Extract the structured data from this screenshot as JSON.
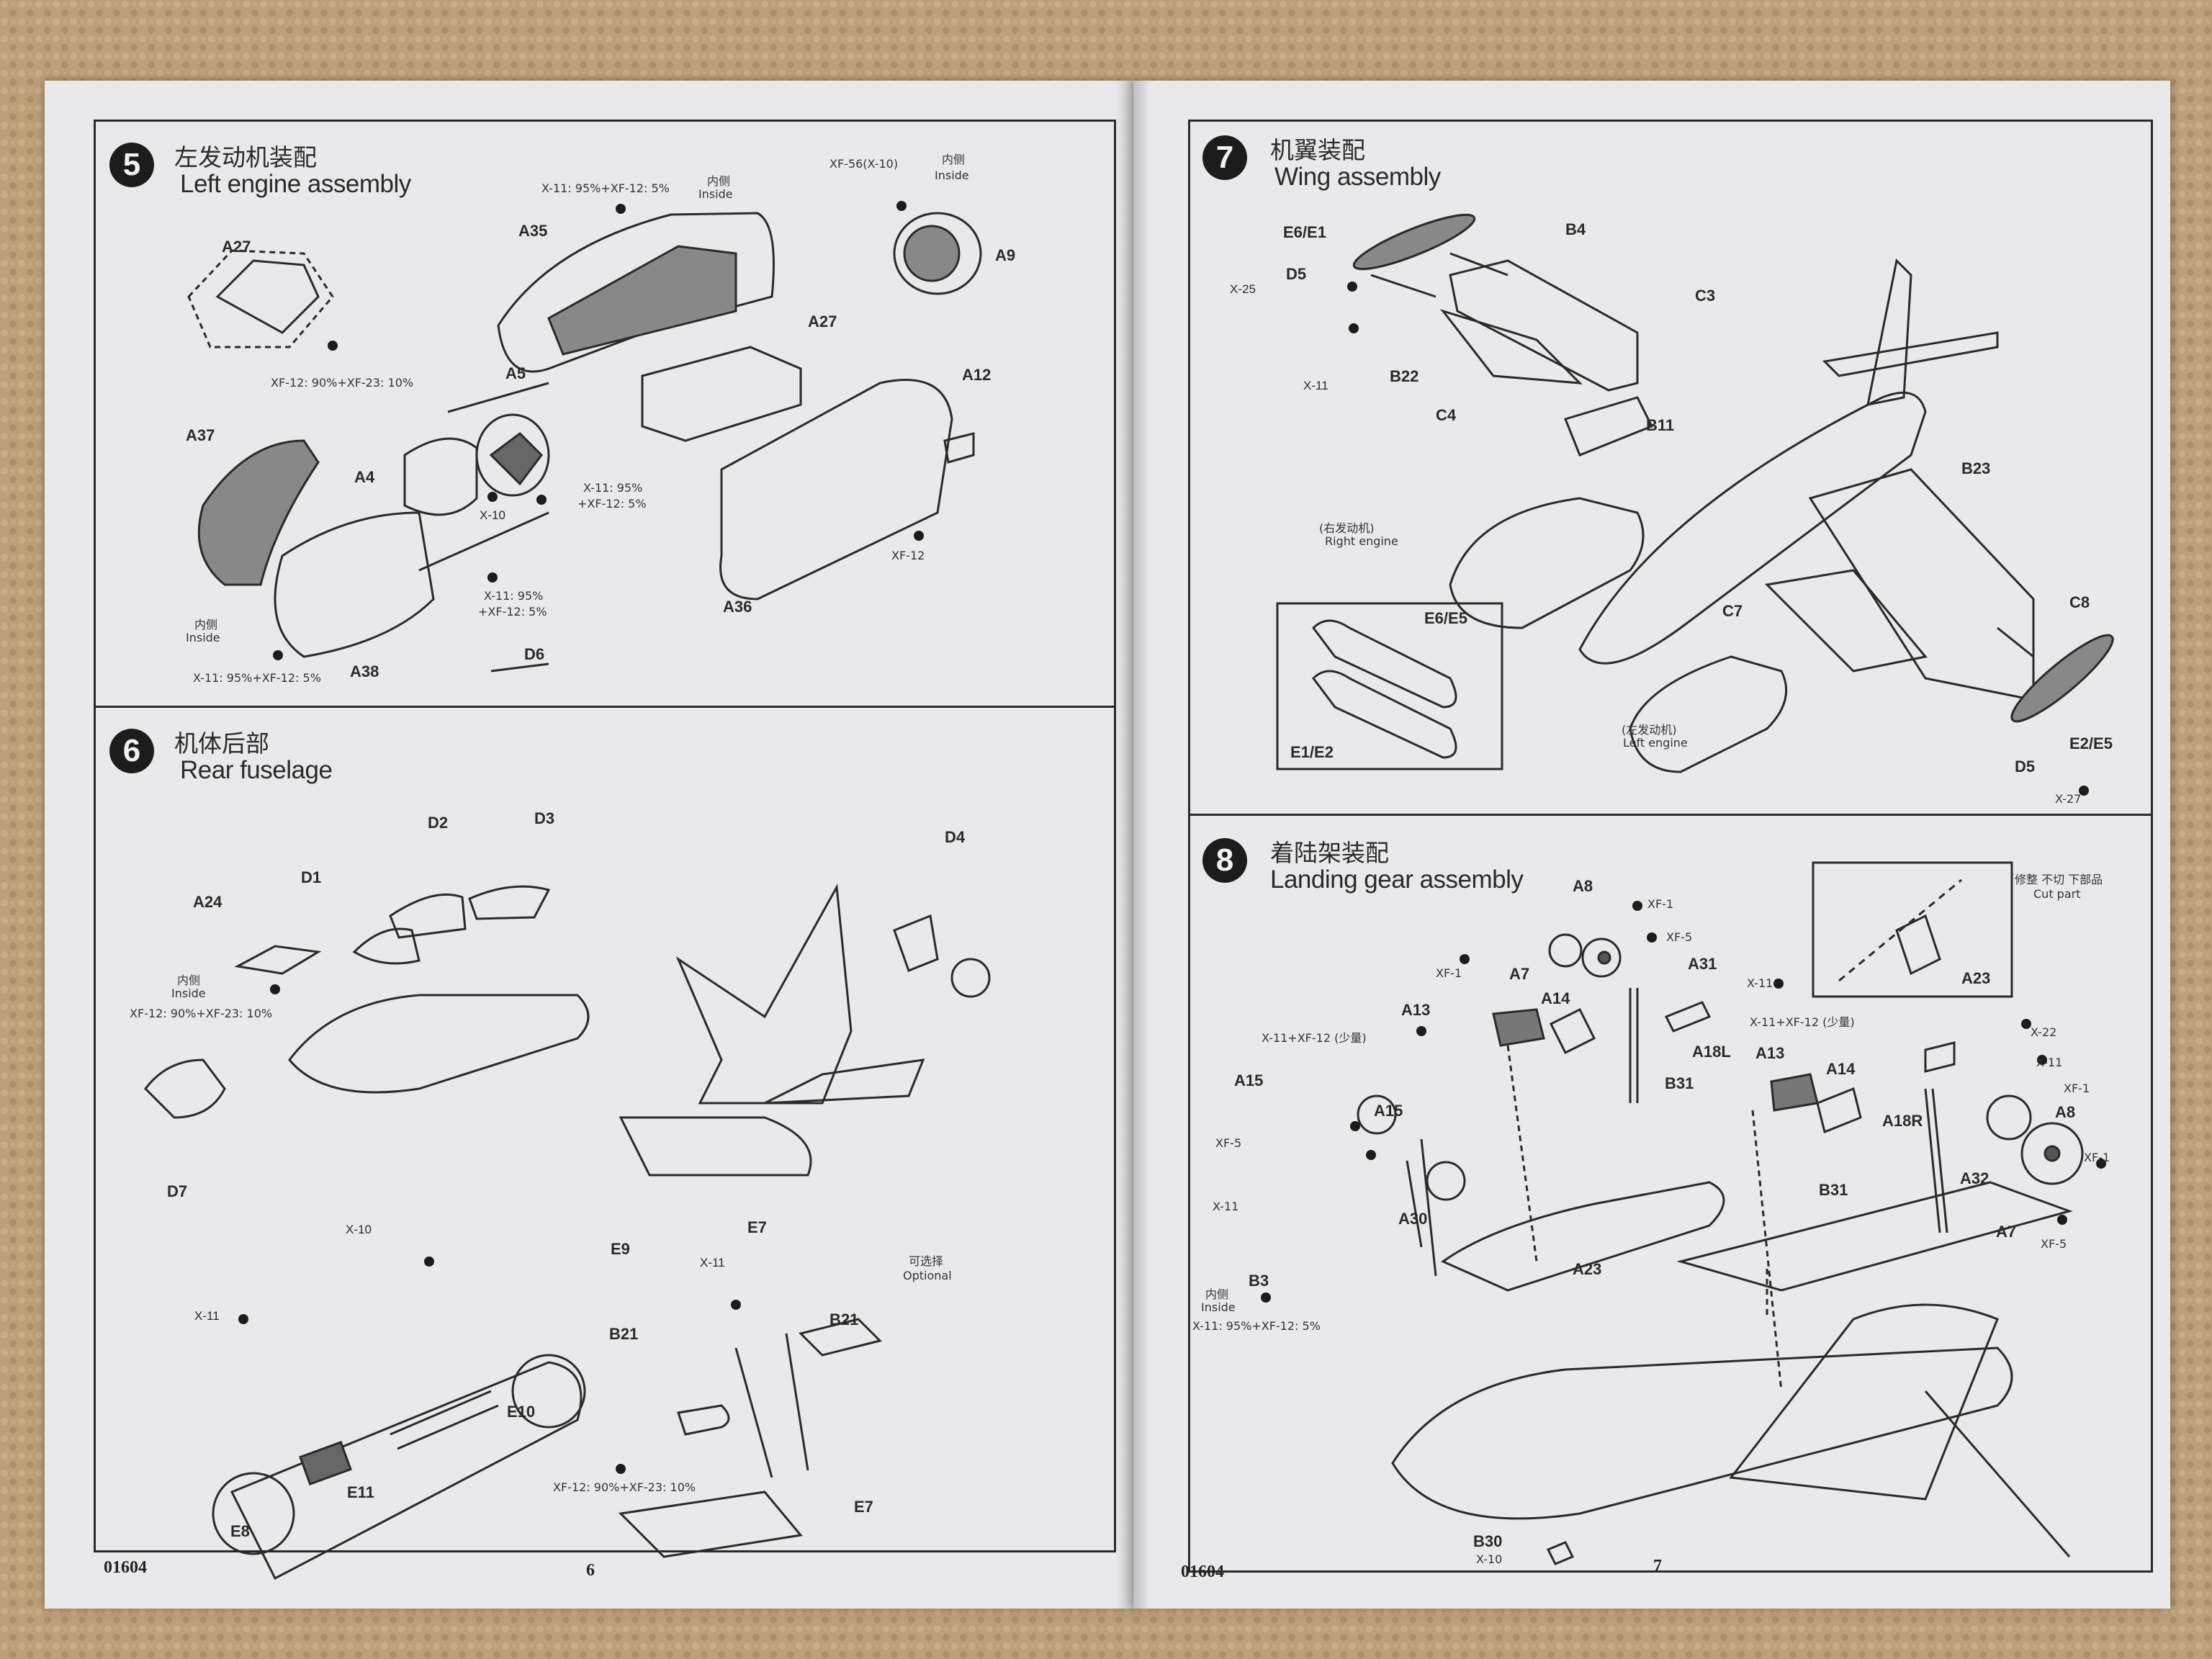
{
  "left_page": {
    "number": "6",
    "code": "01604",
    "steps": [
      {
        "no": "5",
        "title_cn": "左发动机装配",
        "title_en": "Left engine assembly",
        "labels": [
          "A27",
          "A35",
          "A27",
          "A9",
          "A12",
          "A5",
          "A37",
          "A4",
          "A36",
          "A38",
          "D6",
          "X-10"
        ],
        "notes": {
          "n1": "X-11: 95%+XF-12: 5%",
          "n1_cn": "内侧",
          "n1_en": "Inside",
          "n2": "XF-56(X-10)",
          "n2_cn": "内侧",
          "n2_en": "Inside",
          "n3": "XF-12: 90%+XF-23: 10%",
          "n4": "X-11: 95%",
          "n4b": "+XF-12: 5%",
          "n5": "X-11: 95%",
          "n5b": "+XF-12: 5%",
          "n6_cn": "内侧",
          "n6_en": "Inside",
          "n7": "X-11: 95%+XF-12: 5%",
          "n8": "XF-12"
        }
      },
      {
        "no": "6",
        "title_cn": "机体后部",
        "title_en": "Rear fuselage",
        "labels": [
          "D2",
          "D3",
          "D1",
          "A24",
          "D4",
          "D7",
          "X-10",
          "E9",
          "E7",
          "X-11",
          "X-11",
          "B21",
          "B21",
          "E10",
          "E11",
          "E8",
          "E7"
        ],
        "notes": {
          "n1_cn": "内侧",
          "n1_en": "Inside",
          "n1": "XF-12: 90%+XF-23: 10%",
          "n2_cn": "可选择",
          "n2_en": "Optional",
          "n3": "XF-12: 90%+XF-23: 10%"
        }
      }
    ]
  },
  "right_page": {
    "number": "7",
    "code": "01604",
    "steps": [
      {
        "no": "7",
        "title_cn": "机翼装配",
        "title_en": "Wing assembly",
        "labels": [
          "E6/E1",
          "B4",
          "X-25",
          "D5",
          "C3",
          "X-11",
          "B22",
          "C4",
          "B11",
          "B23",
          "E6/E5",
          "C7",
          "C8",
          "E1/E2",
          "E2/E5",
          "D5"
        ],
        "notes": {
          "n1_cn": "(右发动机)",
          "n1_en": "Right engine",
          "n2_cn": "(左发动机)",
          "n2_en": "Left engine",
          "n3": "X-27"
        }
      },
      {
        "no": "8",
        "title_cn": "着陆架装配",
        "title_en": "Landing gear assembly",
        "labels": [
          "A8",
          "XF-1",
          "XF-5",
          "XF-1",
          "A7",
          "A31",
          "X-11",
          "A13",
          "A14",
          "A18L",
          "A15",
          "A15",
          "B31",
          "A13",
          "A14",
          "XF-5",
          "X-11",
          "A30",
          "B3",
          "A23",
          "B31",
          "A18R",
          "A32",
          "X-11",
          "XF-1",
          "A8",
          "XF-1",
          "A7",
          "XF-5",
          "B30",
          "X-10",
          "A23",
          "X-22"
        ],
        "notes": {
          "n1": "X-11+XF-12 (少量)",
          "n2": "X-11+XF-12 (少量)",
          "n3_cn": "内侧",
          "n3_en": "Inside",
          "n3": "X-11: 95%+XF-12: 5%",
          "n4_cn": "修整 不切 下部品",
          "n4_en": "Cut part"
        }
      }
    ]
  }
}
